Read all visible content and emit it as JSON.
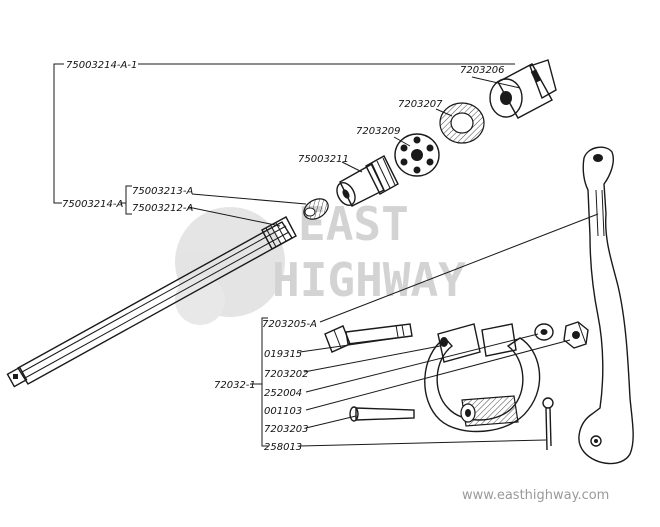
{
  "diagram": {
    "labels": {
      "l75003214_a_1": "75003214-A-1",
      "l7203206": "7203206",
      "l7203207": "7203207",
      "l7203209": "7203209",
      "l75003211": "75003211",
      "l75003213_a": "75003213-A",
      "l75003214_a": "75003214-A",
      "l75003212_a": "75003212-A",
      "l7203205_a": "7203205-A",
      "l019315": "019315",
      "l7203202": "7203202",
      "l72032_1": "72032-1",
      "l252004": "252004",
      "l001103": "001103",
      "l7203203": "7203203",
      "l258013": "258013"
    }
  },
  "watermark": {
    "word1": "EAST",
    "word2": "HIGHWAY",
    "url": "www.easthighway.com"
  }
}
